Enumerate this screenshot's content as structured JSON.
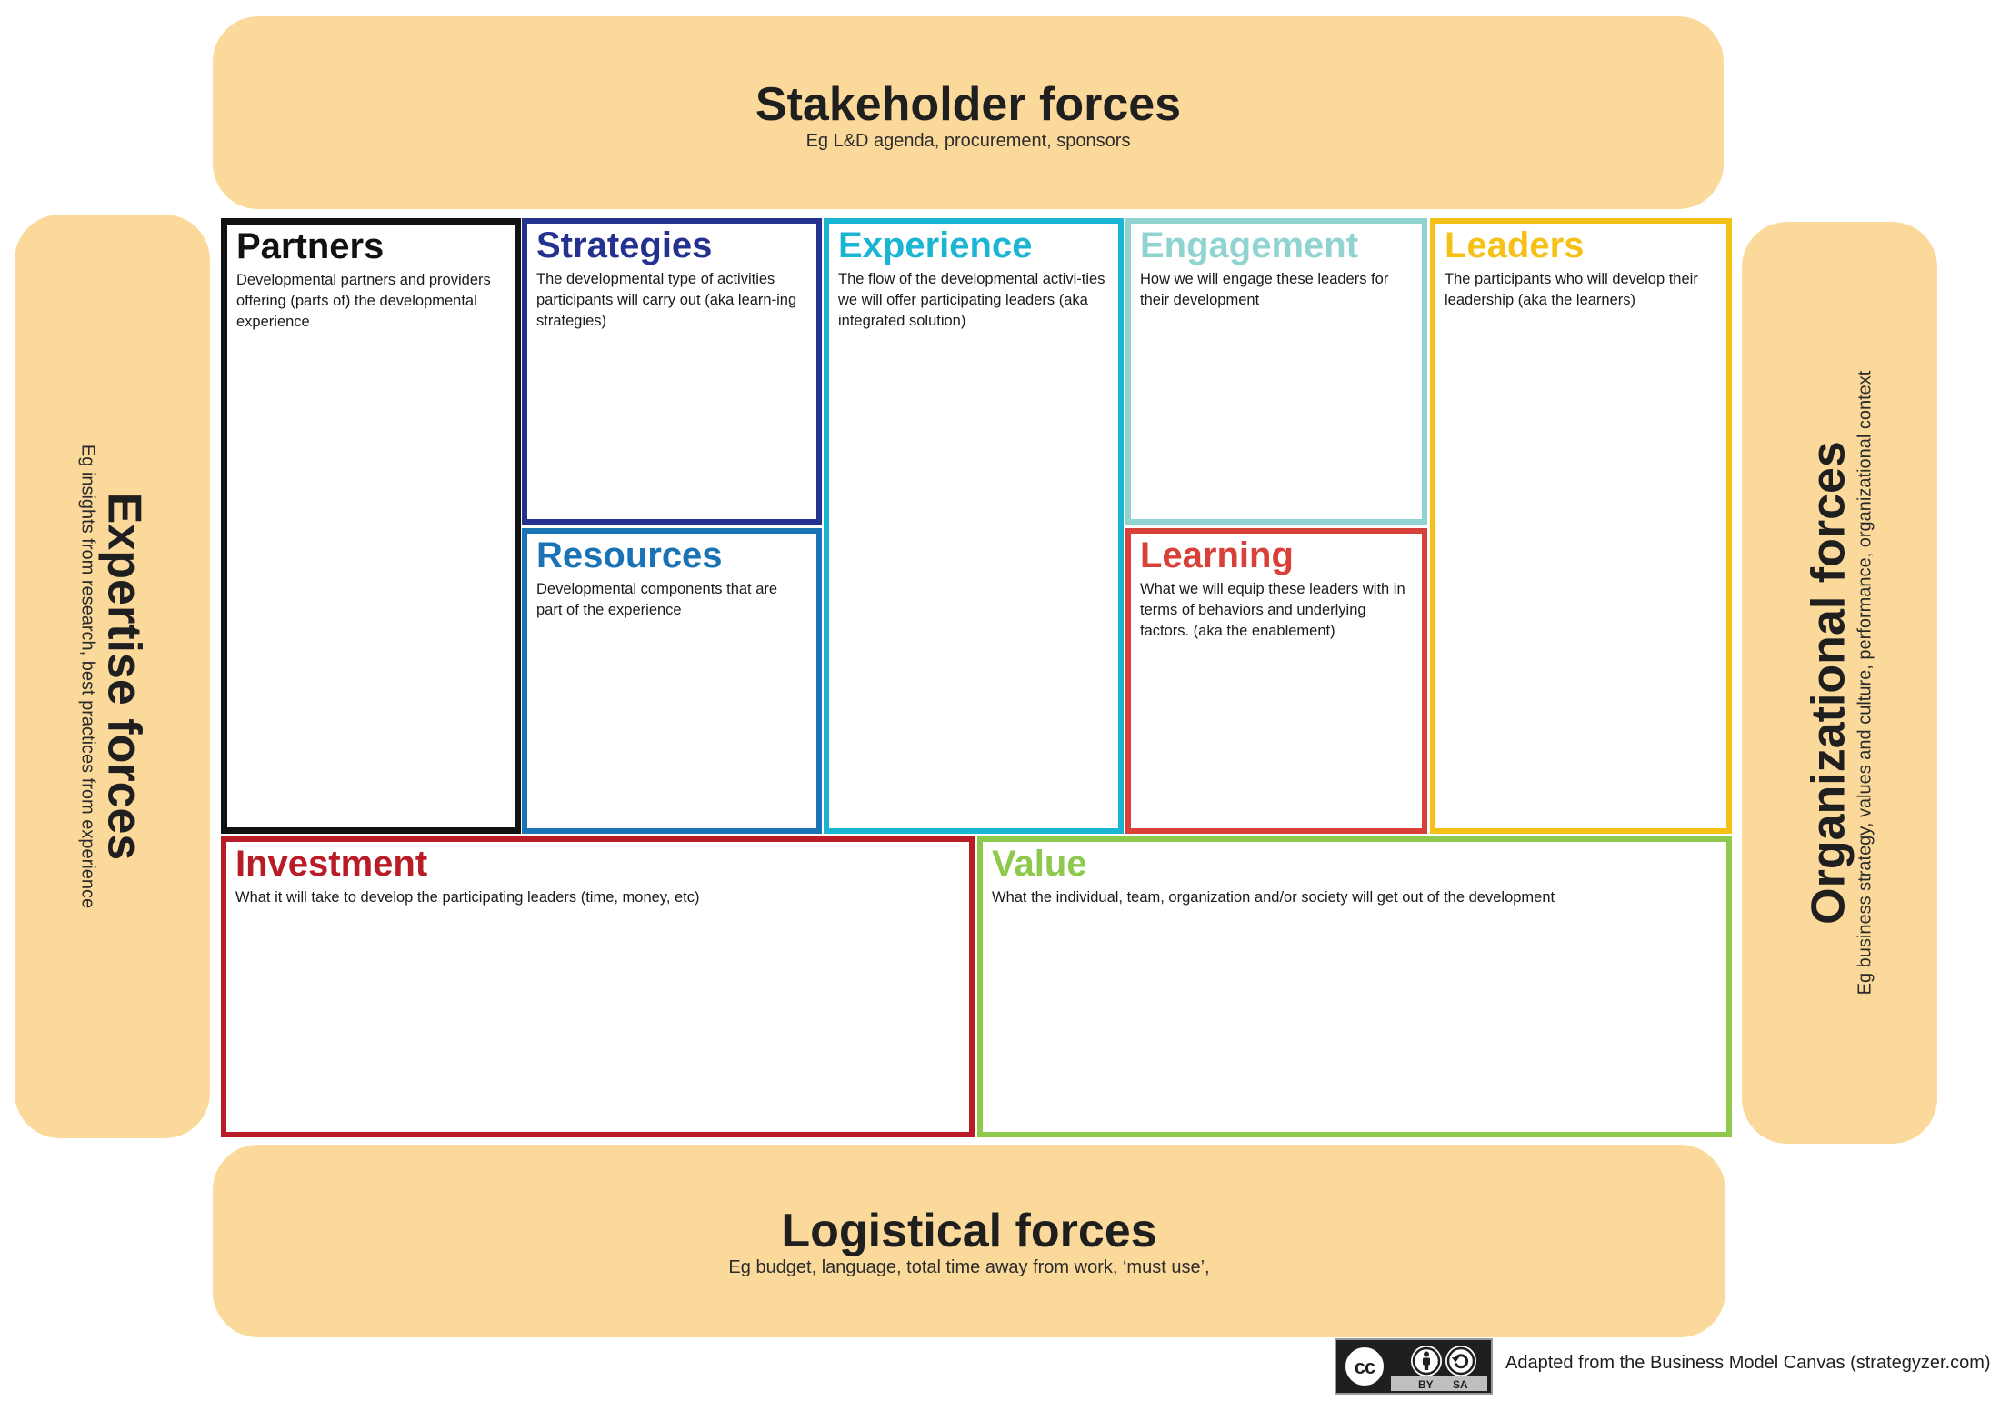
{
  "forces": {
    "stakeholder": {
      "title": "Stakeholder forces",
      "subtitle": "Eg L&D agenda, procurement, sponsors"
    },
    "logistical": {
      "title": "Logistical forces",
      "subtitle": "Eg budget, language, total time away from work, ‘must use’,"
    },
    "expertise": {
      "title": "Expertise forces",
      "subtitle": "Eg insights from research, best practices from experience"
    },
    "organizational": {
      "title": "Organizational forces",
      "subtitle": "Eg business strategy, values and culture, performance, organizational context"
    }
  },
  "blocks": {
    "partners": {
      "title": "Partners",
      "description": "Developmental partners and providers offering (parts of) the developmental experience",
      "color": "#111111"
    },
    "strategies": {
      "title": "Strategies",
      "description": "The developmental type of activities participants will carry out (aka learn-ing strategies)",
      "color": "#25318f"
    },
    "resources": {
      "title": "Resources",
      "description": "Developmental components that are part of the experience",
      "color": "#1a73b5"
    },
    "experience": {
      "title": "Experience",
      "description": "The flow of the developmental activi-ties we will offer participating leaders (aka integrated solution)",
      "color": "#19b5d2"
    },
    "engagement": {
      "title": "Engagement",
      "description": "How we will engage  these leaders for their development",
      "color": "#8fd4d0"
    },
    "learning": {
      "title": "Learning",
      "description": "What we will equip these leaders with in terms of behaviors and underlying factors. (aka the enablement)",
      "color": "#d8403a"
    },
    "leaders": {
      "title": "Leaders",
      "description": "The participants who will develop their leadership (aka the learners)",
      "color": "#f5c116"
    },
    "investment": {
      "title": "Investment",
      "description": "What it will take to develop the participating leaders (time, money, etc)",
      "color": "#b81c26"
    },
    "value": {
      "title": "Value",
      "description": "What the individual, team, organization and/or society will get out of the development",
      "color": "#8dc94c"
    }
  },
  "footer": {
    "license_badge": {
      "main": "cc",
      "by": "BY",
      "sa": "SA"
    },
    "attribution": "Adapted from the Business Model Canvas (strategyzer.com)"
  },
  "colors": {
    "force_fill": "#fbd99b",
    "background": "#ffffff"
  }
}
